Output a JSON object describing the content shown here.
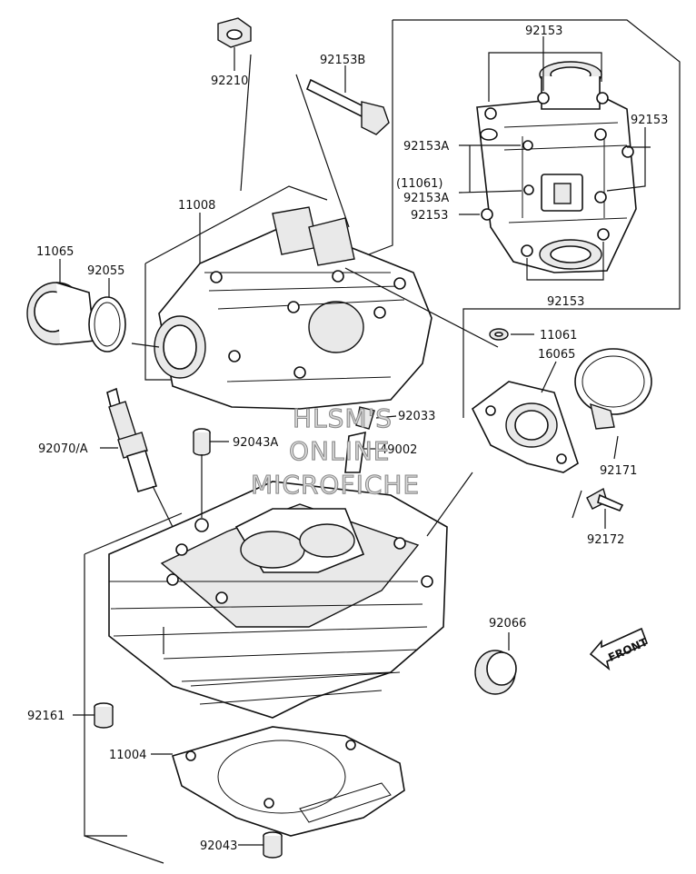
{
  "watermark": {
    "line1": "HLSM'S",
    "line2": "ONLINE",
    "line3": "MICROFICHE"
  },
  "front_label": "FRONT",
  "callouts": {
    "c92210": "92210",
    "c92153B": "92153B",
    "c92153_top": "92153",
    "c92153_right": "92153",
    "c92153A_1": "92153A",
    "c11061_paren": "(11061)",
    "c92153A_2": "92153A",
    "c92153_left": "92153",
    "c92153_bottom": "92153",
    "c11008": "11008",
    "c11065": "11065",
    "c92055": "92055",
    "c11061": "11061",
    "c16065": "16065",
    "c92033": "92033",
    "c92070A": "92070/A",
    "c92043A": "92043A",
    "c49002": "49002",
    "c92171": "92171",
    "c92172": "92172",
    "c92066": "92066",
    "c92161": "92161",
    "c11004": "11004",
    "c92043": "92043"
  }
}
